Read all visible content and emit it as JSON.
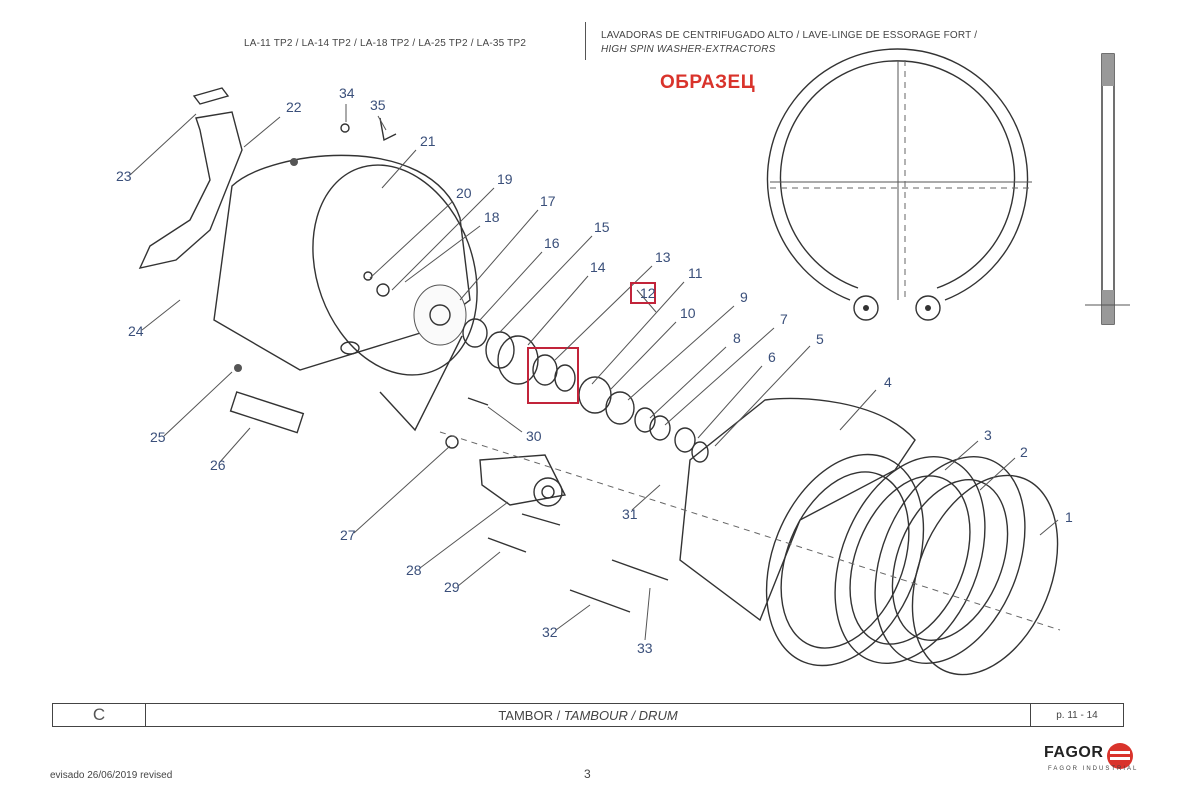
{
  "header": {
    "models": "LA-11 TP2 / LA-14 TP2 / LA-18 TP2 / LA-25 TP2 / LA-35 TP2",
    "title_es": "LAVADORAS DE CENTRIFUGADO ALTO / LAVE-LINGE DE ESSORAGE FORT /",
    "title_en": "HIGH SPIN WASHER-EXTRACTORS"
  },
  "watermark": "ОБРАЗЕЦ",
  "highlighted_part": "12",
  "parts": [
    "1",
    "2",
    "3",
    "4",
    "5",
    "6",
    "7",
    "8",
    "9",
    "10",
    "11",
    "12",
    "13",
    "14",
    "15",
    "16",
    "17",
    "18",
    "19",
    "20",
    "21",
    "22",
    "23",
    "24",
    "25",
    "26",
    "27",
    "28",
    "29",
    "30",
    "31",
    "32",
    "33",
    "34",
    "35"
  ],
  "footer": {
    "section": "C",
    "title_plain": "TAMBOR / ",
    "title_italic": "TAMBOUR / DRUM",
    "page_ref": "p. 11 - 14"
  },
  "revised": "evisado 26/06/2019 revised",
  "page_number": "3",
  "logo": {
    "name": "FAGOR",
    "sub": "FAGOR INDUSTRIAL"
  },
  "colors": {
    "accent_red": "#d9332b",
    "label_blue": "#3a4f7a"
  }
}
